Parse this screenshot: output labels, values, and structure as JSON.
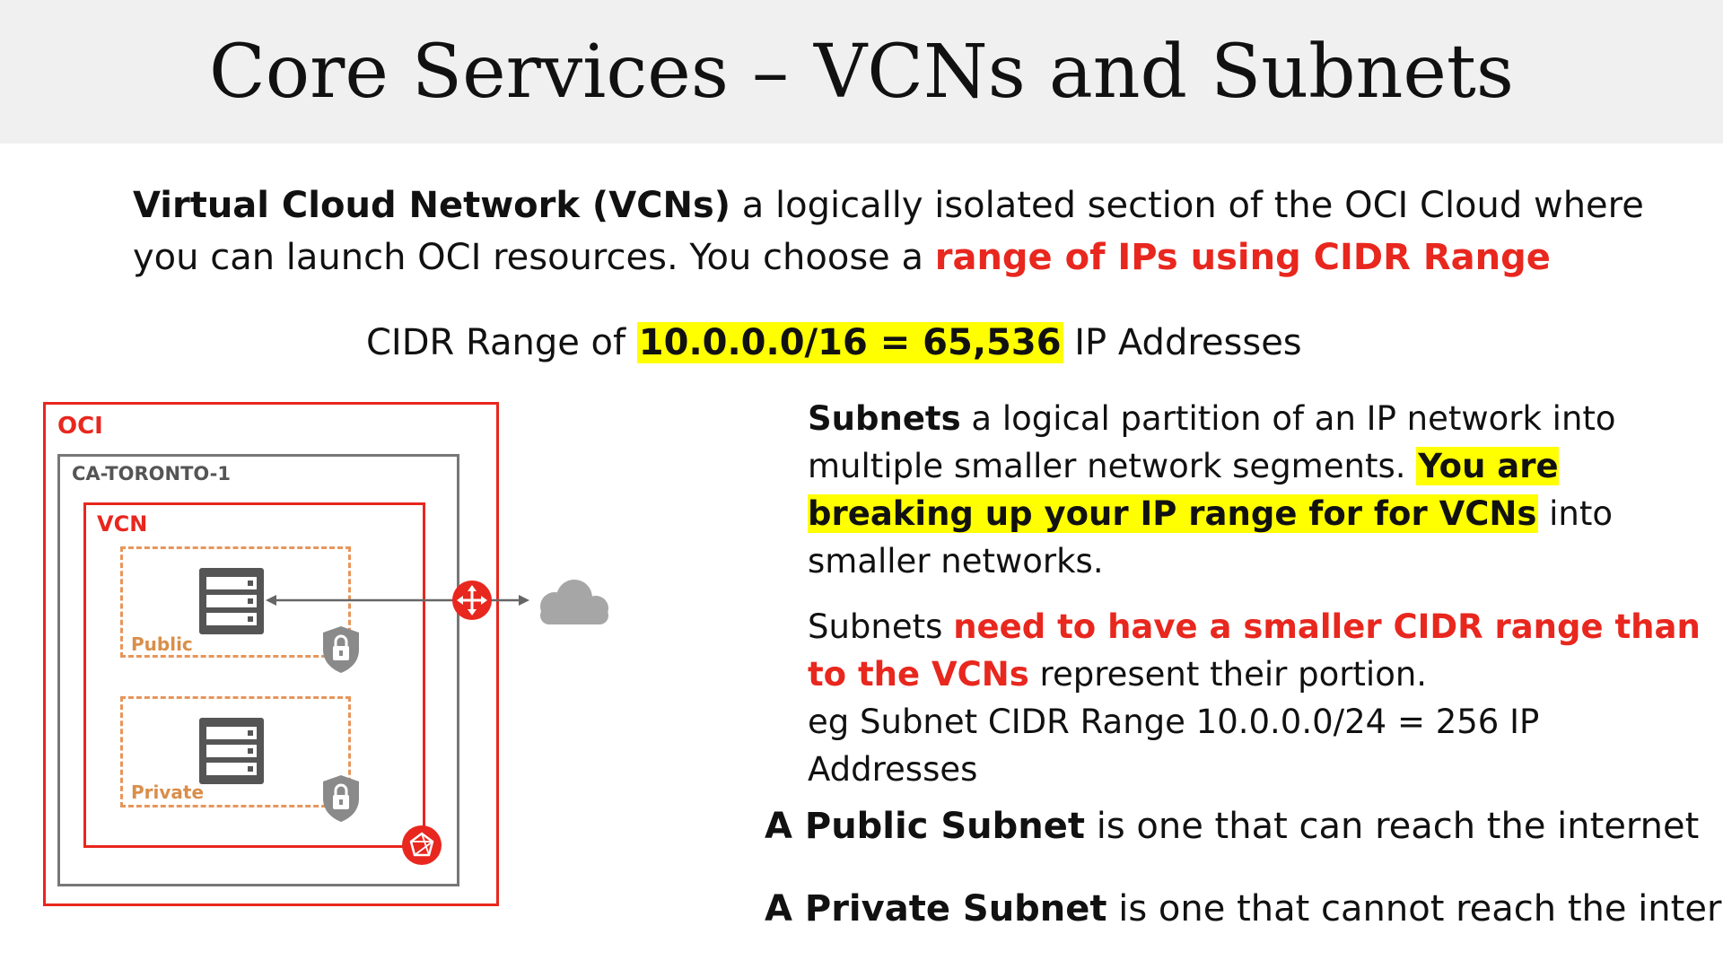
{
  "title": {
    "part1": "Core Services –",
    "part2": "VCNs and Subnets"
  },
  "intro": {
    "term": "Virtual Cloud Network (VCNs)",
    "text1": " a logically isolated section of the OCI Cloud where you can launch OCI resources. You choose a ",
    "emphasis": "range of IPs using CIDR Range"
  },
  "cidr": {
    "prefix": "CIDR Range of ",
    "highlight": "10.0.0.0/16 = 65,536",
    "suffix": " IP Addresses"
  },
  "subnets": {
    "term": "Subnets",
    "text1": " a logical partition of an IP network into multiple smaller network segments. ",
    "highlight": "You are breaking up your IP range for for VCNs",
    "text2": " into smaller networks.",
    "p2_start": "Subnets ",
    "p2_emphasis": "need to have a smaller CIDR range than to the VCNs",
    "p2_end": " represent their portion.",
    "example": "eg  Subnet CIDR Range 10.0.0.0/24 = 256 IP Addresses"
  },
  "public_note": {
    "term": "A Public Subnet",
    "text": " is one that can reach the internet"
  },
  "private_note": {
    "term": "A Private Subnet",
    "text": " is one that cannot reach the internet"
  },
  "diagram": {
    "oci_label": "OCI",
    "region_label": "CA-TORONTO-1",
    "vcn_label": "VCN",
    "public_label": "Public",
    "private_label": "Private",
    "icons": [
      "server-icon",
      "lock-shield-icon",
      "internet-gateway-icon",
      "cloud-icon",
      "nat-gateway-icon"
    ]
  },
  "colors": {
    "accent_red": "#e8271e",
    "highlight": "#ffff00",
    "subnet_orange": "#e8955a",
    "title_band": "#f0f0f0"
  }
}
